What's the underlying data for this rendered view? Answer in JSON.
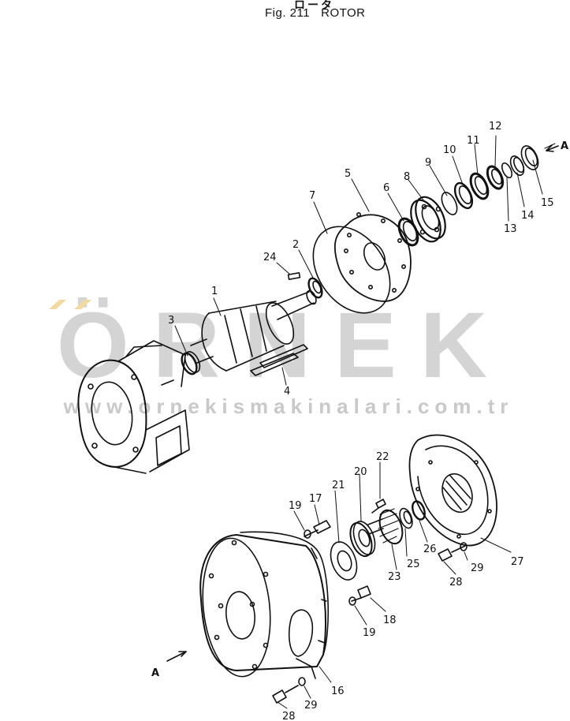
{
  "header": {
    "kana_title": "ロータ",
    "figure_label": "Fig. 211",
    "figure_title": "ROTOR"
  },
  "watermark": {
    "brand": "ÖRNEK",
    "url": "www.ornekismakinalari.com.tr",
    "color": "#d4d4d4",
    "accent": "#f2d9a0"
  },
  "view_marker": "A",
  "callouts": [
    {
      "id": "c1",
      "label": "1"
    },
    {
      "id": "c2",
      "label": "2"
    },
    {
      "id": "c3",
      "label": "3"
    },
    {
      "id": "c4",
      "label": "4"
    },
    {
      "id": "c5",
      "label": "5"
    },
    {
      "id": "c6",
      "label": "6"
    },
    {
      "id": "c7",
      "label": "7"
    },
    {
      "id": "c8",
      "label": "8"
    },
    {
      "id": "c9",
      "label": "9"
    },
    {
      "id": "c10",
      "label": "10"
    },
    {
      "id": "c11",
      "label": "11"
    },
    {
      "id": "c12",
      "label": "12"
    },
    {
      "id": "c13",
      "label": "13"
    },
    {
      "id": "c14",
      "label": "14"
    },
    {
      "id": "c15",
      "label": "15"
    },
    {
      "id": "c16",
      "label": "16"
    },
    {
      "id": "c17",
      "label": "17"
    },
    {
      "id": "c18",
      "label": "18"
    },
    {
      "id": "c19a",
      "label": "19"
    },
    {
      "id": "c19b",
      "label": "19"
    },
    {
      "id": "c20",
      "label": "20"
    },
    {
      "id": "c21",
      "label": "21"
    },
    {
      "id": "c22",
      "label": "22"
    },
    {
      "id": "c23",
      "label": "23"
    },
    {
      "id": "c24",
      "label": "24"
    },
    {
      "id": "c25",
      "label": "25"
    },
    {
      "id": "c26",
      "label": "26"
    },
    {
      "id": "c27",
      "label": "27"
    },
    {
      "id": "c28a",
      "label": "28"
    },
    {
      "id": "c28b",
      "label": "28"
    },
    {
      "id": "c29a",
      "label": "29"
    },
    {
      "id": "c29b",
      "label": "29"
    }
  ]
}
